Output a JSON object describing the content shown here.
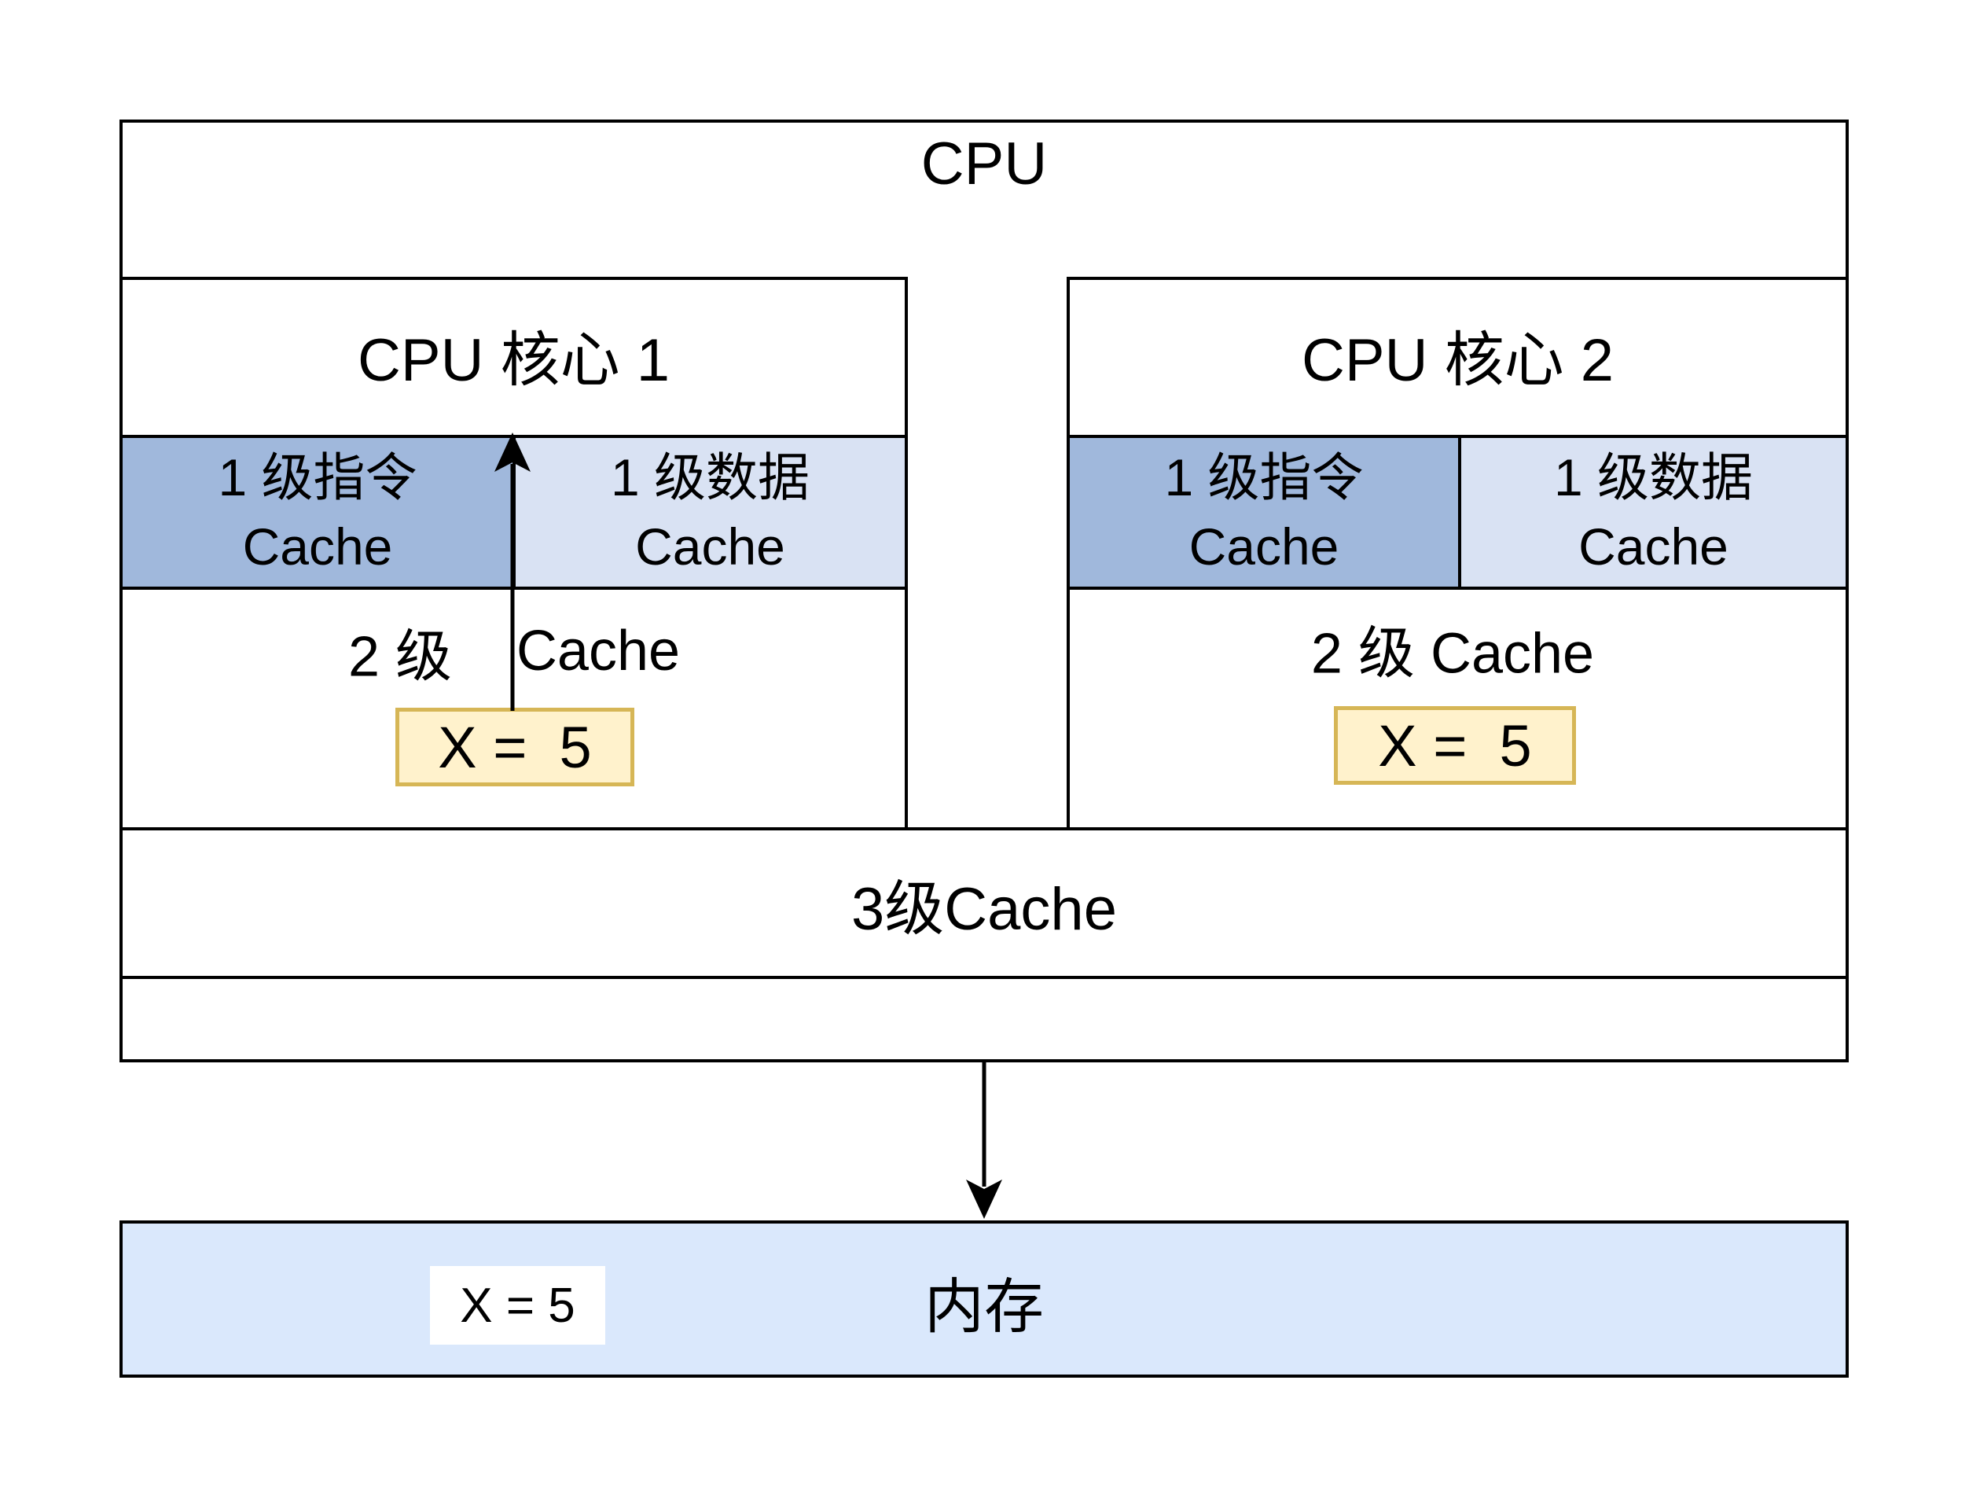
{
  "cpu": {
    "title": "CPU"
  },
  "core1": {
    "title": "CPU 核心 1",
    "l1i": {
      "line1": "1 级指令",
      "line2": "Cache"
    },
    "l1d": {
      "line1": "1 级数据",
      "line2": "Cache"
    },
    "l2_label_left": "2 级",
    "l2_label_right": "Cache",
    "x_value": "X =  5"
  },
  "core2": {
    "title": "CPU 核心 2",
    "l1i": {
      "line1": "1 级指令",
      "line2": "Cache"
    },
    "l1d": {
      "line1": "1 级数据",
      "line2": "Cache"
    },
    "l2_label": "2 级 Cache",
    "x_value": "X =  5"
  },
  "l3": {
    "label": "3级Cache"
  },
  "memory": {
    "label": "内存",
    "x_value": "X = 5"
  },
  "colors": {
    "l1i_fill": "#a0b8dc",
    "l1d_fill": "#d9e2f3",
    "x_box_fill": "#fff2cc",
    "x_box_border": "#d6b656",
    "memory_fill": "#dae8fc",
    "line": "#000000"
  }
}
